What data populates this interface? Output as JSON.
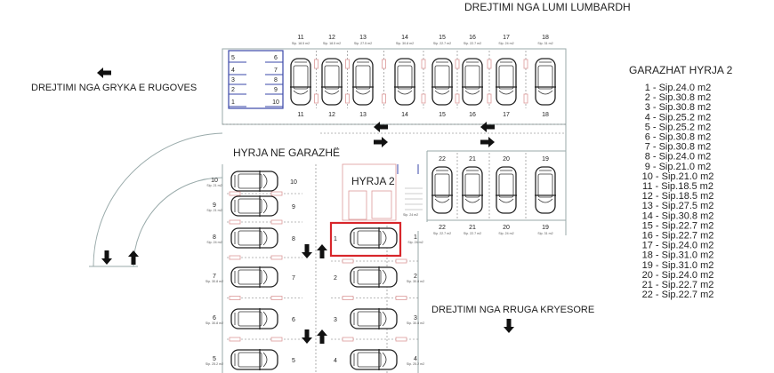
{
  "texts": {
    "top_direction": "DREJTIMI NGA LUMI LUMBARDH",
    "left_direction": "DREJTIMI NGA GRYKA E RUGOVES",
    "garage_entrance": "HYRJA NE GARAZHË",
    "entrance_2": "HYRJA 2",
    "road_direction": "DREJTIMI NGA RRUGA KRYESORE",
    "stair_area": "Sip. 24 m2"
  },
  "storage_labels": [
    "5",
    "6",
    "4",
    "7",
    "3",
    "8",
    "2",
    "9",
    "1",
    "10"
  ],
  "top_row": [
    {
      "num": "11",
      "sip": "Sip. 18.5 m2"
    },
    {
      "num": "12",
      "sip": "Sip. 18.5 m2"
    },
    {
      "num": "13",
      "sip": "Sip. 27.5 m2"
    },
    {
      "num": "14",
      "sip": "Sip. 30.8 m2"
    },
    {
      "num": "15",
      "sip": "Sip. 22.7 m2"
    },
    {
      "num": "16",
      "sip": "Sip. 22.7 m2"
    },
    {
      "num": "17",
      "sip": "Sip. 24 m2"
    },
    {
      "num": "18",
      "sip": "Sip. 31 m2"
    }
  ],
  "middle_row": [
    {
      "num": "22",
      "sip": "Sip. 22.7 m2"
    },
    {
      "num": "21",
      "sip": "Sip. 22.7 m2"
    },
    {
      "num": "20",
      "sip": "Sip. 24 m2"
    },
    {
      "num": "19",
      "sip": "Sip. 31 m2"
    }
  ],
  "left_column": [
    {
      "num": "10",
      "sip": "Sip. 21 m2"
    },
    {
      "num": "9",
      "sip": "Sip. 21 m2"
    },
    {
      "num": "8",
      "sip": "Sip. 24 m2"
    },
    {
      "num": "7",
      "sip": "Sip. 30.8 m2"
    },
    {
      "num": "6",
      "sip": "Sip. 30.8 m2"
    },
    {
      "num": "5",
      "sip": "Sip. 25.2 m2"
    }
  ],
  "right_column": [
    {
      "num": "1",
      "sip": "Sip. 24 m2",
      "highlighted": true
    },
    {
      "num": "2",
      "sip": "Sip. 30.8 m2"
    },
    {
      "num": "3",
      "sip": "Sip. 30.8 m2"
    },
    {
      "num": "4",
      "sip": "Sip. 25.2 m2"
    }
  ],
  "legend": {
    "title": "GARAZHAT HYRJA 2",
    "items": [
      "1 - Sip.24.0 m2",
      "2 - Sip.30.8 m2",
      "3 - Sip.30.8 m2",
      "4 - Sip.25.2 m2",
      "5 - Sip.25.2 m2",
      "6 - Sip.30.8 m2",
      "7 - Sip.30.8 m2",
      "8 - Sip.24.0 m2",
      "9 - Sip.21.0 m2",
      "10 - Sip.21.0 m2",
      "11 - Sip.18.5 m2",
      "12 - Sip.18.5 m2",
      "13 - Sip.27.5 m2",
      "14 - Sip.30.8 m2",
      "15 - Sip.22.7 m2",
      "16 - Sip.22.7 m2",
      "17 - Sip.24.0 m2",
      "18 - Sip.31.0 m2",
      "19 - Sip.31.0 m2",
      "20 - Sip.24.0 m2",
      "21 - Sip.22.7 m2",
      "22 - Sip.22.7 m2"
    ]
  },
  "colors": {
    "highlight": "#d8262b",
    "storage": "#3a47a8",
    "wall": "#d99999"
  }
}
